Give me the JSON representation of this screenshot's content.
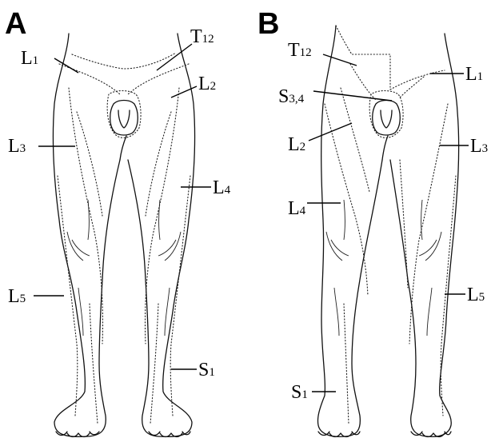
{
  "panels": [
    {
      "letter": "A",
      "labels": {
        "t12": {
          "main": "T",
          "sub": "12"
        },
        "l1": {
          "main": "L",
          "sub": "1"
        },
        "l2": {
          "main": "L",
          "sub": "2"
        },
        "l3": {
          "main": "L",
          "sub": "3"
        },
        "l4": {
          "main": "L",
          "sub": "4"
        },
        "l5": {
          "main": "L",
          "sub": "5"
        },
        "s1": {
          "main": "S",
          "sub": "1"
        }
      }
    },
    {
      "letter": "B",
      "labels": {
        "t12": {
          "main": "T",
          "sub": "12"
        },
        "s34": {
          "main": "S",
          "sub": "3,4"
        },
        "l1": {
          "main": "L",
          "sub": "1"
        },
        "l2": {
          "main": "L",
          "sub": "2"
        },
        "l3": {
          "main": "L",
          "sub": "3"
        },
        "l4": {
          "main": "L",
          "sub": "4"
        },
        "l5": {
          "main": "L",
          "sub": "5"
        },
        "s1": {
          "main": "S",
          "sub": "1"
        }
      }
    }
  ]
}
